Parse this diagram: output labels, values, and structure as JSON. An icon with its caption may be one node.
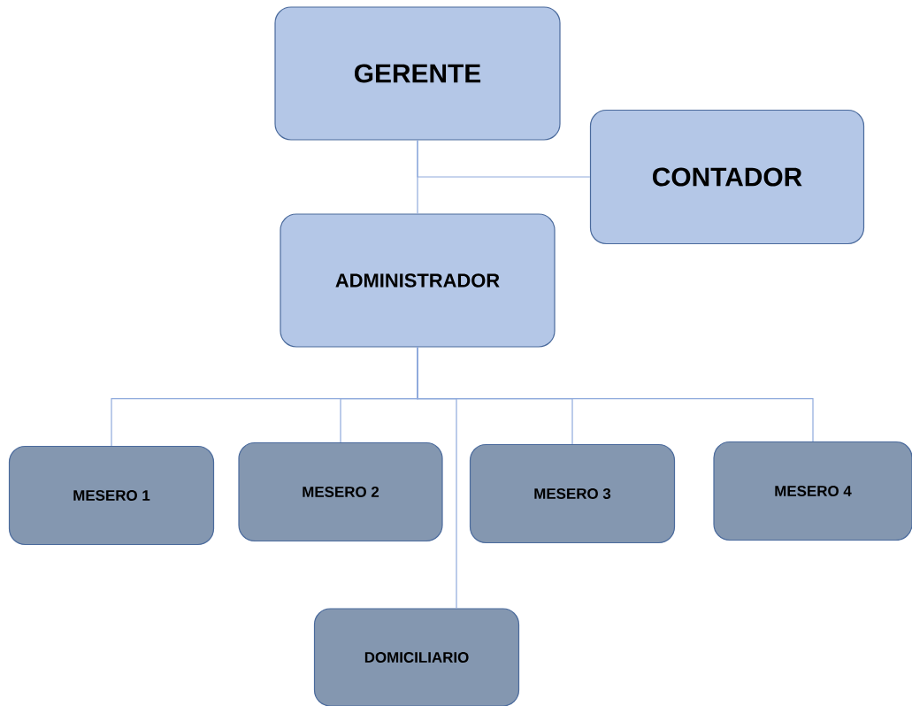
{
  "diagram": {
    "nodes": [
      {
        "text": [
          "GERENTE"
        ]
      },
      {
        "text": [
          "CONTADOR"
        ]
      },
      {
        "text": [
          "ADMINISTRADOR"
        ]
      },
      {
        "text": [
          "MESERO 1"
        ]
      },
      {
        "text": [
          "MESERO 2"
        ]
      },
      {
        "text": [
          "MESERO 3"
        ]
      },
      {
        "text": [
          "MESERO 4"
        ]
      },
      {
        "text": [
          "DOMICILIARIO"
        ]
      }
    ],
    "edges": [
      {
        "from": 0,
        "to": 2,
        "arrow": "none"
      },
      {
        "from": 0,
        "to": 1,
        "arrow": "none"
      },
      {
        "from": 2,
        "to": 3,
        "arrow": "none"
      },
      {
        "from": 2,
        "to": 4,
        "arrow": "none"
      },
      {
        "from": 2,
        "to": 5,
        "arrow": "none"
      },
      {
        "from": 2,
        "to": 6,
        "arrow": "none"
      },
      {
        "from": 2,
        "to": 7,
        "arrow": "none"
      }
    ]
  }
}
